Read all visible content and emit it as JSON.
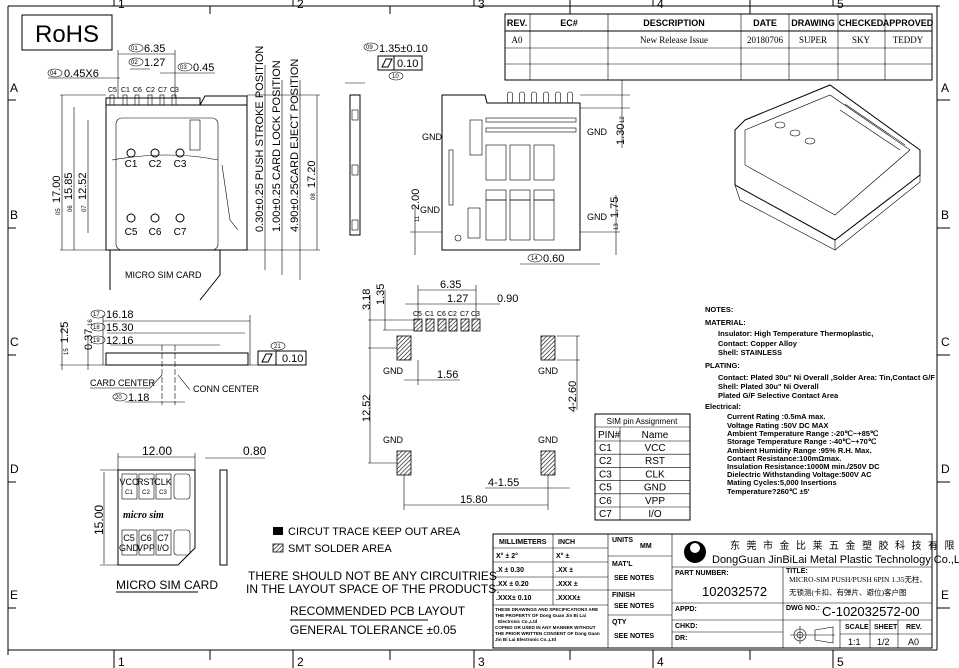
{
  "rohs": "RoHS",
  "zones": {
    "cols": [
      "1",
      "2",
      "3",
      "4",
      "5"
    ],
    "rows": [
      "A",
      "B",
      "C",
      "D",
      "E"
    ]
  },
  "revision_table": {
    "headers": [
      "REV.",
      "EC#",
      "DESCRIPTION",
      "DATE",
      "DRAWING",
      "CHECKED",
      "APPROVED"
    ],
    "rows": [
      [
        "A0",
        "",
        "New Release Issue",
        "20180706",
        "SUPER",
        "SKY",
        "TEDDY"
      ]
    ]
  },
  "top_view": {
    "dims": [
      {
        "balloon": "01",
        "value": "6.35"
      },
      {
        "balloon": "02",
        "value": "1.27"
      },
      {
        "balloon": "03",
        "value": "0.45"
      },
      {
        "balloon": "04",
        "value": "0.45X6"
      },
      {
        "balloon": "05",
        "value": "17.00"
      },
      {
        "balloon": "06",
        "value": "15.85"
      },
      {
        "balloon": "07",
        "value": "12.52"
      },
      {
        "balloon": "08",
        "value": "17.20"
      }
    ],
    "pin_labels_top": [
      "C5",
      "C1",
      "C6",
      "C2",
      "C7",
      "C3"
    ],
    "contacts_row1": [
      "C1",
      "C2",
      "C3"
    ],
    "contacts_row2": [
      "C5",
      "C6",
      "C7"
    ],
    "positions": [
      "0.30±0.25 PUSH STROKE POSITION",
      "1.00±0.25 CARD LOCK POSITION",
      "4.90±0.25CARD EJECT POSITION"
    ],
    "card_label": "MICRO SIM CARD"
  },
  "side_view": {
    "balloon_09": "09",
    "height": "1.35±0.10",
    "flatness": "0.10",
    "balloon_10": "10"
  },
  "bottom_view": {
    "gnd": "GND",
    "dims": [
      {
        "balloon": "11",
        "value": "2.00"
      },
      {
        "balloon": "12",
        "value": "1.30"
      },
      {
        "balloon": "13",
        "value": "1.75"
      },
      {
        "balloon": "14",
        "value": "0.60"
      }
    ]
  },
  "front_view": {
    "dims": [
      {
        "balloon": "15",
        "value": "1.25"
      },
      {
        "balloon": "16",
        "value": "0.37"
      },
      {
        "balloon": "17",
        "value": "16.18"
      },
      {
        "balloon": "18",
        "value": "15.30"
      },
      {
        "balloon": "19",
        "value": "12.16"
      },
      {
        "balloon": "20",
        "value": "1.18"
      },
      {
        "balloon": "21",
        "value": "0.10"
      }
    ],
    "card_center": "CARD CENTER",
    "conn_center": "CONN CENTER"
  },
  "pcb_layout": {
    "dims": {
      "pitch_total": "6.35",
      "pitch": "1.27",
      "pad_w": "0.90",
      "d318": "3.18",
      "d135": "1.35",
      "d156": "1.56",
      "d1252": "12.52",
      "d260": "4-2.60",
      "d155": "4-1.55",
      "d1580": "15.80"
    },
    "pin_labels": [
      "C5",
      "C1",
      "C6",
      "C2",
      "C7",
      "C3"
    ],
    "gnd": "GND",
    "title": "RECOMMENDED PCB LAYOUT",
    "tolerance": "GENERAL TOLERANCE ±0.05"
  },
  "legend": {
    "keepout": "CIRCUT TRACE KEEP OUT AREA",
    "solder": "SMT SOLDER AREA"
  },
  "warning": [
    "THERE SHOULD NOT BE ANY CIRCUITRIES",
    "IN THE LAYOUT SPACE OF THE PRODUCTS."
  ],
  "micro_sim": {
    "width": "12.00",
    "thickness": "0.80",
    "height": "15.00",
    "top_contacts": [
      {
        "name": "VCC",
        "pin": "C1"
      },
      {
        "name": "RST",
        "pin": "C2"
      },
      {
        "name": "CLK",
        "pin": "C3"
      }
    ],
    "bottom_contacts": [
      {
        "pin": "C5",
        "name": "GND"
      },
      {
        "pin": "C6",
        "name": "VPP"
      },
      {
        "pin": "C7",
        "name": "I/O"
      }
    ],
    "logo_text": "micro sim",
    "caption": "MICRO SIM CARD"
  },
  "pin_table": {
    "title": "SIM pin Assignment",
    "headers": [
      "PIN#",
      "Name"
    ],
    "rows": [
      [
        "C1",
        "VCC"
      ],
      [
        "C2",
        "RST"
      ],
      [
        "C3",
        "CLK"
      ],
      [
        "C5",
        "GND"
      ],
      [
        "C6",
        "VPP"
      ],
      [
        "C7",
        "I/O"
      ]
    ]
  },
  "notes": [
    {
      "text": "NOTES:",
      "level": 0
    },
    {
      "text": "MATERIAL:",
      "level": 0
    },
    {
      "text": "Insulator: High Temperature Thermoplastic,",
      "level": 1
    },
    {
      "text": "Contact: Copper Alloy",
      "level": 1
    },
    {
      "text": "Shell: STAINLESS",
      "level": 1
    },
    {
      "text": "PLATING:",
      "level": 0
    },
    {
      "text": "Contact: Plated 30u\" Ni Overall ,Solder Area: Tin,Contact G/F",
      "level": 1
    },
    {
      "text": "Shell: Plated 30u\" Ni Overall",
      "level": 1
    },
    {
      "text": "Plated G/F Selective Contact Area",
      "level": 1
    },
    {
      "text": "Electrical:",
      "level": 0
    },
    {
      "text": "Current Rating :0.5mA   max.",
      "level": 2
    },
    {
      "text": "Voltage Rating :50V DC MAX",
      "level": 2
    },
    {
      "text": "Ambient Temperature Range :-20℃~+85℃",
      "level": 2
    },
    {
      "text": "Storage Temperature Range :-40℃~+70℃",
      "level": 2
    },
    {
      "text": "Ambient Humidity Range :95% R.H. Max.",
      "level": 2
    },
    {
      "text": "Contact Resistance:100mΩmax.",
      "level": 2
    },
    {
      "text": "Insulation Resistance:1000M   min./250V DC",
      "level": 2
    },
    {
      "text": "Dielectric Withstanding Voltage:500V AC",
      "level": 2
    },
    {
      "text": "Mating Cycles:5,000 Insertions",
      "level": 2
    },
    {
      "text": "Temperature?260℃ ±5'",
      "level": 2
    }
  ],
  "title_block": {
    "tol_headers": [
      "MILLIMETERS",
      "INCH"
    ],
    "tol_rows": [
      [
        "X° ± 2°",
        "X° ±"
      ],
      [
        ".X  ± 0.30",
        ".XX  ±"
      ],
      [
        ".XX ± 0.20",
        ".XXX ±"
      ],
      [
        ".XXX± 0.10",
        ".XXXX±"
      ]
    ],
    "property": [
      "THESE DRAWINGS AND SPECIFICATIONS ARE",
      "THE PROPERTY OF Dong Guan Jin Bi Lai",
      "Electronic Co.,Ltd",
      "COPIED OR USED IN ANY MANNER WITHOUT",
      "THE PRIOR WRITTEN CONSENT OF Dong Guan",
      "Jin Bi Lai  Electronic Co.,Ltd"
    ],
    "units_label": "UNITS",
    "units_value": "MM",
    "matl_label": "MAT'L",
    "matl_value": "SEE NOTES",
    "finish_label": "FINISH",
    "finish_value": "SEE NOTES",
    "qty_label": "QTY",
    "qty_value": "SEE NOTES",
    "company_cn": "东 莞 市 金 比 莱 五 金 塑 胶 科 技 有 限 公 司",
    "company_en": "DongGuan JinBiLai Metal Plastic Technology Co.,Ltd",
    "part_number_label": "PART NUMBER:",
    "part_number": "102032572",
    "title_label": "TITLE:",
    "title_lines": [
      "MICRO-SIM PUSH/PUSH 6PIN 1.35无柱、",
      "无锁测(卡扣、有弹片、避位)客户图"
    ],
    "appd_label": "APPD:",
    "chkd_label": "CHKD:",
    "dr_label": "DR:",
    "dwg_label": "DWG NO.:",
    "dwg_no": "C-102032572-00",
    "scale_label": "SCALE",
    "scale": "1:1",
    "sheet_label": "SHEET",
    "sheet": "1/2",
    "rev_label": "REV.",
    "rev": "A0"
  }
}
